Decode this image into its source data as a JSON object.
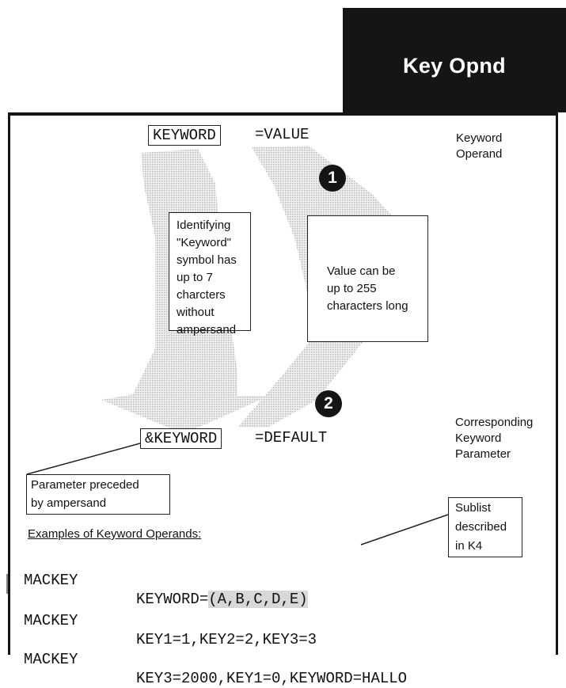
{
  "header": {
    "title": "Key Opnd"
  },
  "operand": {
    "keyword": "KEYWORD",
    "value": "=VALUE",
    "label": [
      "Keyword",
      "Operand"
    ]
  },
  "markers": [
    "1",
    "2"
  ],
  "keyword_note": [
    "Identifying",
    "\"Keyword\"",
    "symbol has",
    "up to 7",
    "charcters",
    "without",
    "ampersand"
  ],
  "value_note": [
    "Value can be",
    "up to 255",
    "characters long"
  ],
  "parameter": {
    "keyword": "&KEYWORD",
    "default": "=DEFAULT",
    "label": [
      "Corresponding",
      "Keyword",
      "Parameter"
    ]
  },
  "parameter_note": [
    "Parameter preceded",
    "by ampersand"
  ],
  "examples": {
    "title": "Examples of Keyword Operands:",
    "rows": [
      {
        "macro": "MACKEY",
        "prefix": "KEYWORD=",
        "sublist": "(A,B,C,D,E)",
        "rest": ""
      },
      {
        "macro": "MACKEY",
        "prefix": "KEY1=1,KEY2=2,KEY3=3",
        "sublist": "",
        "rest": ""
      },
      {
        "macro": "MACKEY",
        "prefix": "KEY3=2000,KEY1=0,KEYWORD=HALLO",
        "sublist": "",
        "rest": ""
      }
    ]
  },
  "sublist_note": [
    "Sublist",
    "described",
    "in K4"
  ]
}
